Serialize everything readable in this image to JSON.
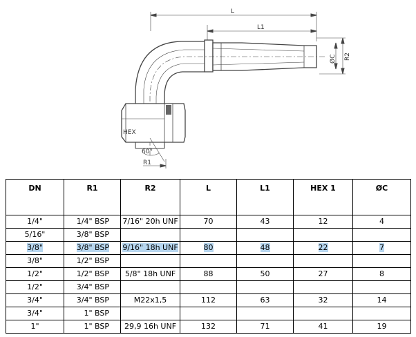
{
  "drawing": {
    "labels": {
      "L": "L",
      "L1": "L1",
      "C": "ØC",
      "R2": "R2",
      "HEX": "HEX",
      "angle": "60°",
      "R1": "R1"
    },
    "highlight_color": "#b7d6ef"
  },
  "table": {
    "headers": [
      "DN",
      "R1",
      "R2",
      "L",
      "L1",
      "HEX 1",
      "ØC"
    ],
    "rows": [
      {
        "dn": "1/4\"",
        "r1": "1/4\" BSP",
        "r2": "7/16\" 20h UNF",
        "l": "70",
        "l1": "43",
        "hex1": "12",
        "c": "4",
        "selected": false
      },
      {
        "dn": "5/16\"",
        "r1": "3/8\" BSP",
        "r2": "",
        "l": "",
        "l1": "",
        "hex1": "",
        "c": "",
        "selected": false
      },
      {
        "dn": "3/8\"",
        "r1": "3/8\" BSP",
        "r2": "9/16\" 18h UNF",
        "l": "80",
        "l1": "48",
        "hex1": "22",
        "c": "7",
        "selected": true
      },
      {
        "dn": "3/8\"",
        "r1": "1/2\" BSP",
        "r2": "",
        "l": "",
        "l1": "",
        "hex1": "",
        "c": "",
        "selected": false
      },
      {
        "dn": "1/2\"",
        "r1": "1/2\" BSP",
        "r2": "5/8\" 18h UNF",
        "l": "88",
        "l1": "50",
        "hex1": "27",
        "c": "8",
        "selected": false
      },
      {
        "dn": "1/2\"",
        "r1": "3/4\" BSP",
        "r2": "",
        "l": "",
        "l1": "",
        "hex1": "",
        "c": "",
        "selected": false
      },
      {
        "dn": "3/4\"",
        "r1": "3/4\" BSP",
        "r2": "M22x1,5",
        "l": "112",
        "l1": "63",
        "hex1": "32",
        "c": "14",
        "selected": false
      },
      {
        "dn": "3/4\"",
        "r1": "1\" BSP",
        "r2": "",
        "l": "",
        "l1": "",
        "hex1": "",
        "c": "",
        "selected": false
      },
      {
        "dn": "1\"",
        "r1": "1\" BSP",
        "r2": "29,9 16h UNF",
        "l": "132",
        "l1": "71",
        "hex1": "41",
        "c": "19",
        "selected": false
      }
    ]
  }
}
